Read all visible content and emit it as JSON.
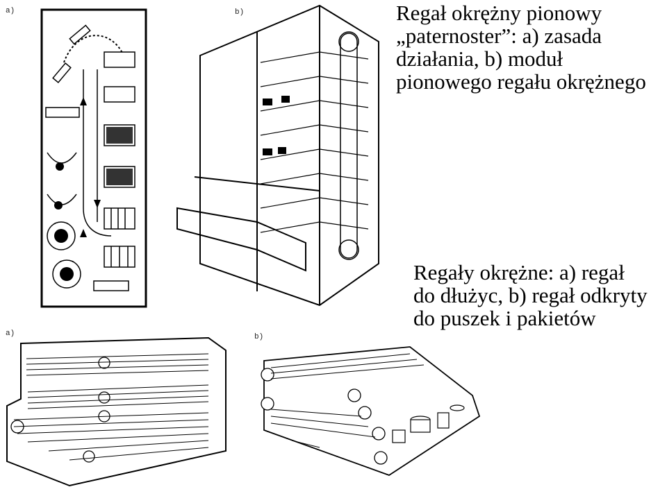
{
  "figure_labels": {
    "top_left": "a)",
    "top_right": "b)",
    "bottom_left": "a)",
    "bottom_right": "b)"
  },
  "caption_top": {
    "lines": [
      "Regał okrężny pionowy",
      "„paternoster”: a) zasada",
      "działania, b) moduł",
      "pionowego regału okrężnego"
    ]
  },
  "caption_bottom": {
    "lines": [
      "Regały okrężne: a) regał",
      "do dłużyc, b) regał odkryty",
      "do puszek i pakietów"
    ]
  },
  "colors": {
    "ink": "#000000",
    "paper": "#ffffff",
    "shade": "#555555"
  }
}
